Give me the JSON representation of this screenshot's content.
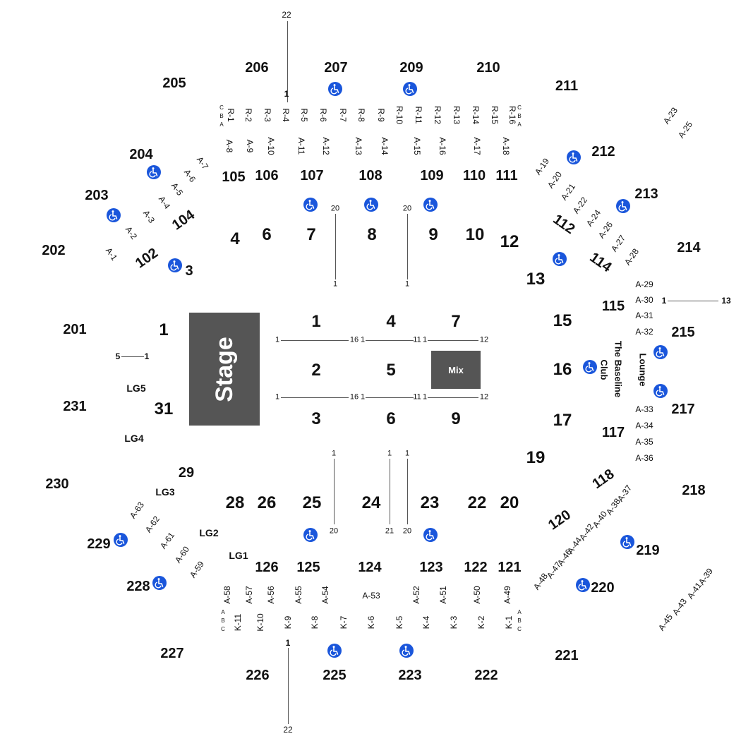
{
  "stage": {
    "label": "Stage"
  },
  "mix": {
    "label": "Mix"
  },
  "club": {
    "line1": "The Baseline",
    "line2": "Club",
    "lounge": "Lounge"
  },
  "sections_200": [
    "201",
    "202",
    "203",
    "204",
    "205",
    "206",
    "207",
    "209",
    "210",
    "211",
    "212",
    "213",
    "214",
    "215",
    "217",
    "218",
    "219",
    "220",
    "221",
    "222",
    "223",
    "225",
    "226",
    "227",
    "228",
    "229",
    "230",
    "231"
  ],
  "sections_100": [
    "102",
    "104",
    "105",
    "106",
    "107",
    "108",
    "109",
    "110",
    "111",
    "112",
    "114",
    "115",
    "117",
    "118",
    "120",
    "121",
    "122",
    "123",
    "124",
    "125",
    "126"
  ],
  "floor_sections": [
    "1",
    "2",
    "3",
    "4",
    "5",
    "6",
    "7",
    "9"
  ],
  "floor_rows": {
    "left_start": "1",
    "col1_end": "16",
    "col2_start": "1",
    "col2_end": "11",
    "col3_start": "1",
    "col3_end": "12"
  },
  "ring_numbers": [
    "1",
    "3",
    "4",
    "6",
    "7",
    "8",
    "9",
    "10",
    "12",
    "13",
    "15",
    "16",
    "17",
    "19",
    "20",
    "22",
    "23",
    "24",
    "25",
    "26",
    "28",
    "29",
    "31"
  ],
  "loge": [
    "LG1",
    "LG2",
    "LG3",
    "LG4",
    "LG5"
  ],
  "row_letters": [
    "C",
    "B",
    "A"
  ],
  "r_rows": [
    "R-1",
    "R-2",
    "R-3",
    "R-4",
    "R-5",
    "R-6",
    "R-7",
    "R-8",
    "R-9",
    "R-10",
    "R-11",
    "R-12",
    "R-13",
    "R-14",
    "R-15",
    "R-16"
  ],
  "k_rows": [
    "K-11",
    "K-10",
    "K-9",
    "K-8",
    "K-7",
    "K-6",
    "K-5",
    "K-4",
    "K-3",
    "K-2",
    "K-1"
  ],
  "a_boxes_top": [
    "A-8",
    "A-9",
    "A-10",
    "A-11",
    "A-12",
    "A-13",
    "A-14",
    "A-15",
    "A-16",
    "A-17",
    "A-18"
  ],
  "a_boxes_bottom": [
    "A-58",
    "A-57",
    "A-56",
    "A-55",
    "A-54",
    "A-53",
    "A-52",
    "A-51",
    "A-50",
    "A-49"
  ],
  "a_boxes_left_top": [
    "A-1",
    "A-2",
    "A-3",
    "A-4",
    "A-5",
    "A-6",
    "A-7"
  ],
  "a_boxes_right_top": [
    "A-19",
    "A-20",
    "A-21",
    "A-22",
    "A-24",
    "A-26",
    "A-27",
    "A-28"
  ],
  "a_boxes_far_top": [
    "A-23",
    "A-25"
  ],
  "a_boxes_right_mid": [
    "A-29",
    "A-30",
    "A-31",
    "A-32",
    "A-33",
    "A-34",
    "A-35",
    "A-36"
  ],
  "a_boxes_right_bottom": [
    "A-37",
    "A-38",
    "A-40",
    "A-42",
    "A-44",
    "A-46",
    "A-47",
    "A-48"
  ],
  "a_boxes_far_bottom": [
    "A-39",
    "A-41",
    "A-43",
    "A-45"
  ],
  "a_boxes_left_bottom": [
    "A-59",
    "A-60",
    "A-61",
    "A-62",
    "A-63"
  ],
  "aisle_labels": {
    "top_22": "22",
    "top_1": "1",
    "bottom_22": "22",
    "bottom_1": "1",
    "left_5": "5",
    "left_1": "1",
    "right_1": "1",
    "right_13": "13",
    "upper_20a": "20",
    "upper_20b": "20",
    "upper_1a": "1",
    "upper_1b": "1",
    "lower_1a": "1",
    "lower_1b": "1",
    "lower_1c": "1",
    "lower_20a": "20",
    "lower_21": "21",
    "lower_20b": "20"
  },
  "icons": {
    "accessible": "wheelchair-icon"
  },
  "colors": {
    "accessible": "#1a56db",
    "block": "#555555"
  }
}
